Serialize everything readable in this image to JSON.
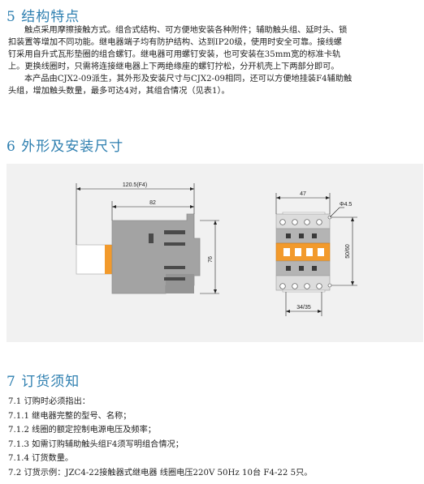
{
  "section5": {
    "heading": "5 结构特点",
    "lines": [
      "触点采用摩擦接触方式。组合式结构、可方便地安装各种附件；辅助触头组、延时头、锁",
      "扣装置等增加不同功能。继电器端子均有防护结构、达到IP20级，使用时安全可靠。接线螺",
      "钉采用自升式瓦形垫圈的组合螺钉。继电器可用螺钉安装，也可安装在35mm宽的标准卡轨",
      "上。更换线圈时，只需将连接继电器上下两绝缘座的螺钉拧松，分开机壳上下两部分即可。",
      "本产品由CJX2-09派生，其外形及安装尺寸与CJX2-09相同，还可以方便地挂装F4辅助触",
      "头组，增加触头数量，最多可达4对，其组合情况（见表1）。"
    ]
  },
  "section6": {
    "heading": "6 外形及安装尺寸",
    "dims": {
      "overall_depth": "120.5(F4)",
      "body_depth": "82",
      "height": "76",
      "width": "47",
      "hole": "Φ4.5",
      "mount_vertical": "50/60",
      "mount_horizontal": "34/35"
    }
  },
  "section7": {
    "heading": "7 订货须知",
    "items": [
      "7.1 订购时必须指出：",
      "7.1.1 继电器完整的型号、名称；",
      "7.1.2 线圈的额定控制电源电压及频率；",
      "7.1.3 如需订购辅助触头组F4须写明组合情况；",
      "7.1.4 订货数量。",
      "7.2 订货示例：JZC4-22接触器式继电器  线圈电压220V  50Hz  10台  F4-22  5只。"
    ]
  },
  "colors": {
    "heading": "#2e7fb0",
    "body_gray": "#a3a3a3",
    "orange": "#f29a2c",
    "figure_bg": "#f1f1f1"
  }
}
